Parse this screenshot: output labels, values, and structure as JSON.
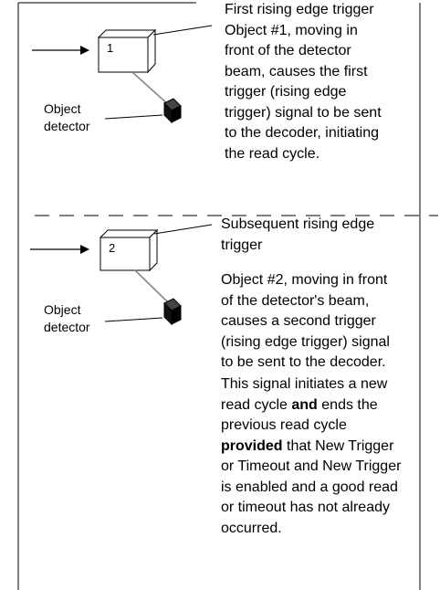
{
  "panel1": {
    "box_number": "1",
    "detector_label_line1": "Object",
    "detector_label_line2": "detector",
    "heading": "First rising edge trigger",
    "body_lines": [
      "Object #1, moving in",
      "front of the detector",
      "beam, causes the first",
      "trigger (rising edge",
      "trigger) signal to be sent",
      "to the decoder, initiating",
      "the read cycle."
    ]
  },
  "panel2": {
    "box_number": "2",
    "detector_label_line1": "Object",
    "detector_label_line2": "detector",
    "heading_line1": "Subsequent rising edge",
    "heading_line2": "trigger",
    "body_lines": [
      "Object #2, moving in front",
      "of the detector's beam,",
      "causes a second  trigger",
      "(rising edge trigger) signal",
      "to be sent to the decoder."
    ],
    "note": {
      "line1": "This signal initiates a new",
      "line2_pre": "read cycle ",
      "line2_bold": "and",
      "line2_post": " ends the",
      "line3": "previous read cycle",
      "line4_bold": "provided",
      "line4_post": " that New Trigger",
      "line5": "or Timeout and New Trigger",
      "line6": "is enabled and a good read",
      "line7": "or timeout has not already",
      "line8": "occurred."
    }
  }
}
